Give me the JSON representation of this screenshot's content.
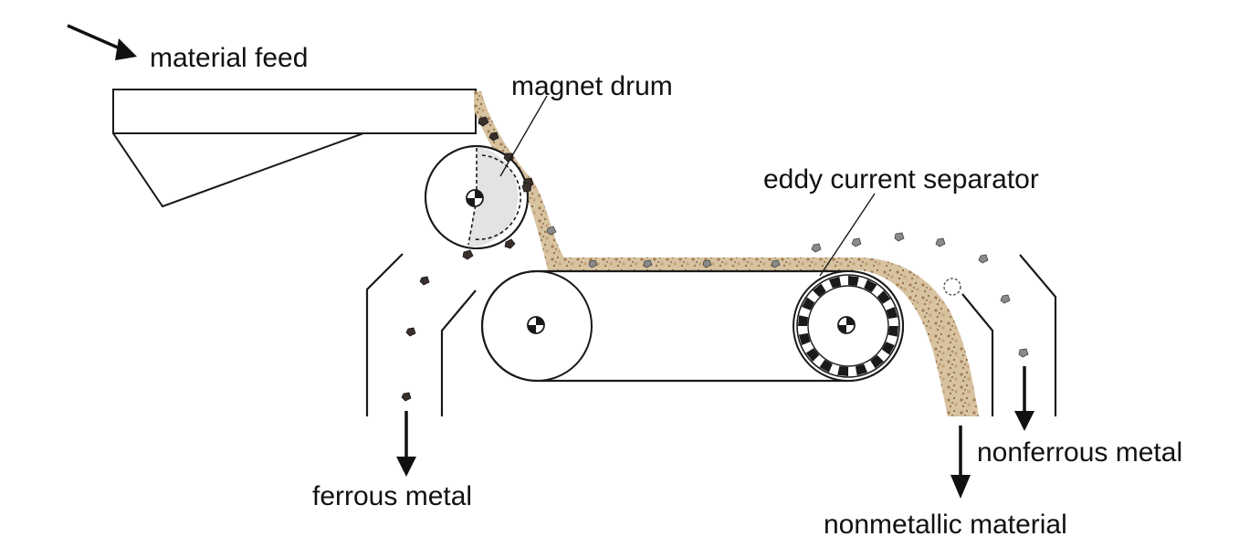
{
  "labels": {
    "material_feed": "material feed",
    "magnet_drum": "magnet drum",
    "eddy_current_separator": "eddy current separator",
    "ferrous_metal": "ferrous metal",
    "nonferrous_metal": "nonferrous metal",
    "nonmetallic_material": "nonmetallic material"
  },
  "colors": {
    "line": "#1a1a1a",
    "material_stream": "#c9ac7e",
    "magnet_sector": "#e3e3e3",
    "ferrous_particle": "#3a2f2a",
    "nonferrous_particle": "#8a8a8a"
  }
}
